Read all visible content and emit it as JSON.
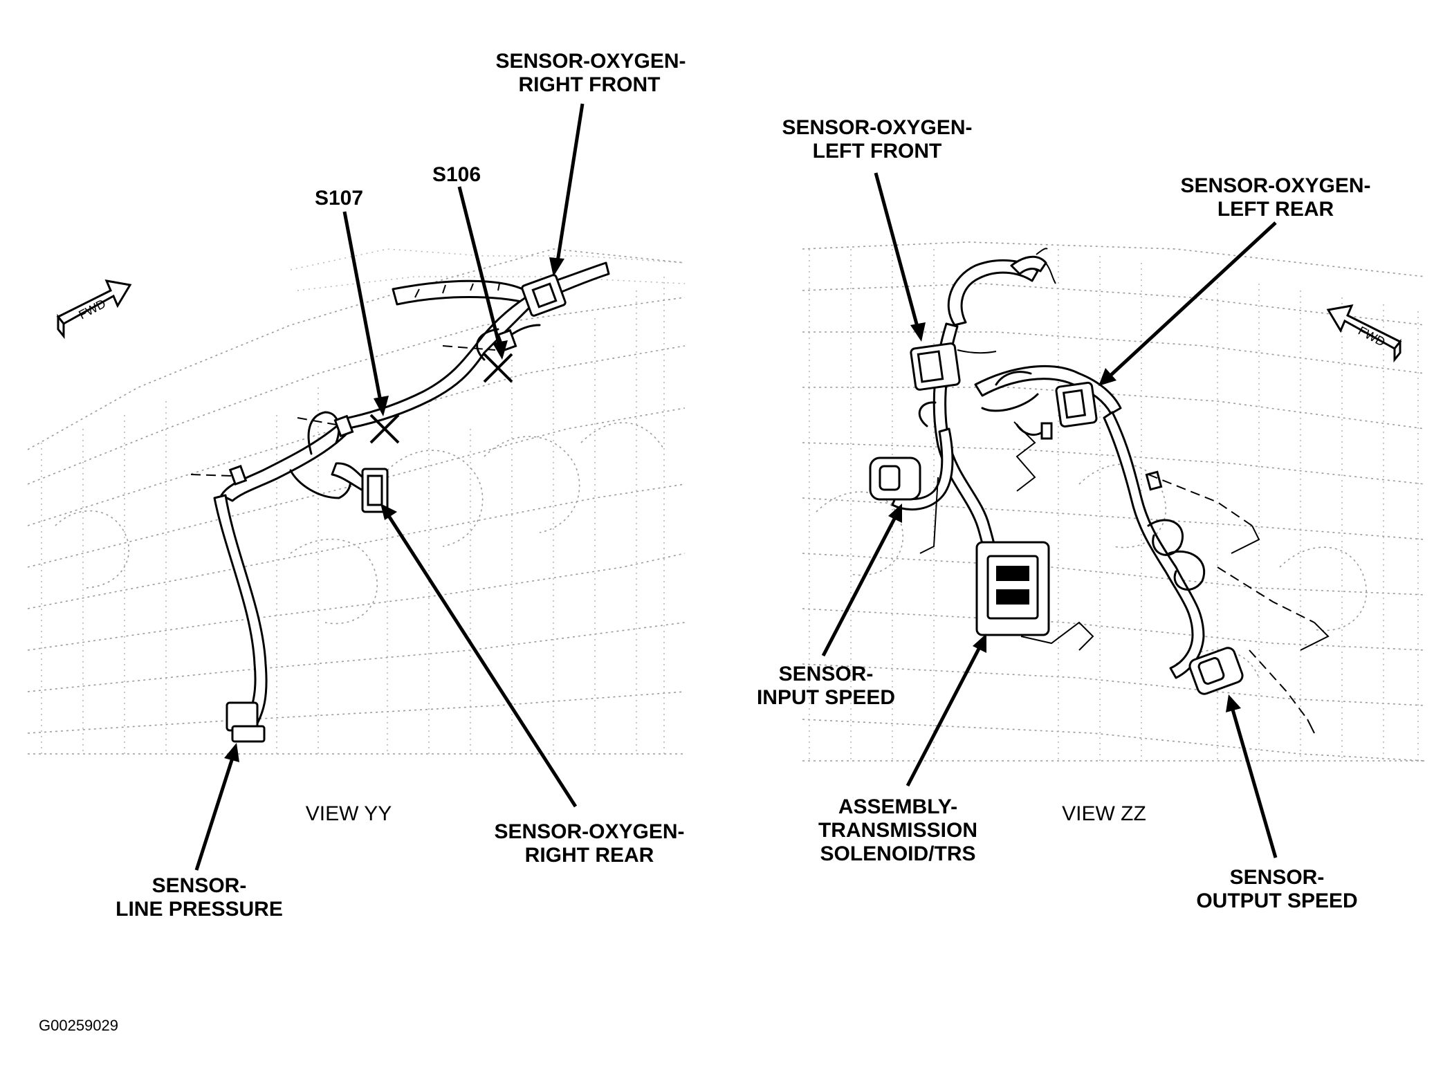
{
  "figure_code": "G00259029",
  "views": [
    {
      "view_label": "VIEW YY",
      "direction_marker": "FWD",
      "callouts": [
        {
          "lines": [
            "SENSOR-OXYGEN-",
            "RIGHT FRONT"
          ]
        },
        {
          "lines": [
            "S106"
          ]
        },
        {
          "lines": [
            "S107"
          ]
        },
        {
          "lines": [
            "SENSOR-OXYGEN-",
            "RIGHT REAR"
          ]
        },
        {
          "lines": [
            "SENSOR-",
            "LINE PRESSURE"
          ]
        }
      ]
    },
    {
      "view_label": "VIEW ZZ",
      "direction_marker": "FWD",
      "callouts": [
        {
          "lines": [
            "SENSOR-OXYGEN-",
            "LEFT FRONT"
          ]
        },
        {
          "lines": [
            "SENSOR-OXYGEN-",
            "LEFT REAR"
          ]
        },
        {
          "lines": [
            "SENSOR-",
            "INPUT SPEED"
          ]
        },
        {
          "lines": [
            "ASSEMBLY-",
            "TRANSMISSION",
            "SOLENOID/TRS"
          ]
        },
        {
          "lines": [
            "SENSOR-",
            "OUTPUT SPEED"
          ]
        }
      ]
    }
  ]
}
